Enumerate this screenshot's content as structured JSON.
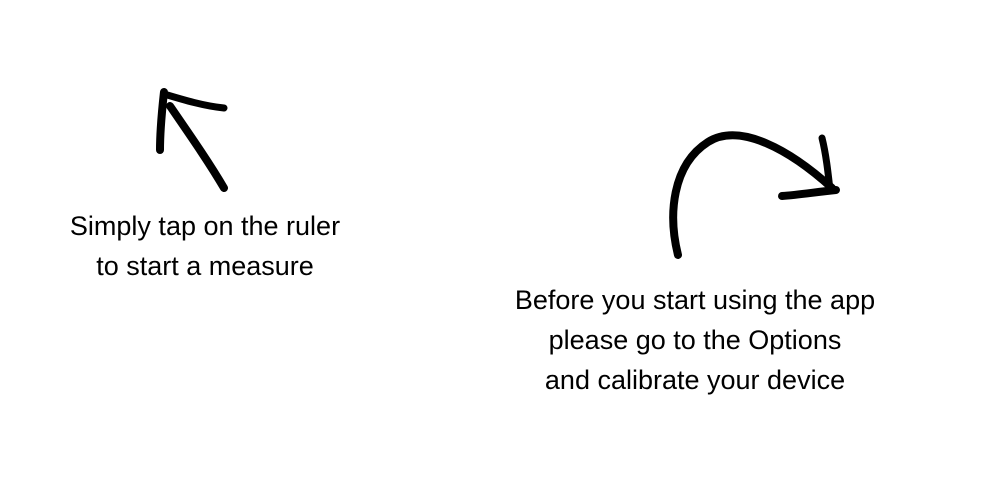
{
  "ruler_hint": {
    "line1": "Simply tap on the ruler",
    "line2": "to start a measure",
    "arrow_icon": "arrow-up-left-icon"
  },
  "calibration_hint": {
    "line1": "Before you start using the app",
    "line2": "please go to the Options",
    "line3": "and calibrate your device",
    "arrow_icon": "curved-arrow-down-right-icon"
  },
  "colors": {
    "background": "#ffffff",
    "ink": "#000000"
  }
}
